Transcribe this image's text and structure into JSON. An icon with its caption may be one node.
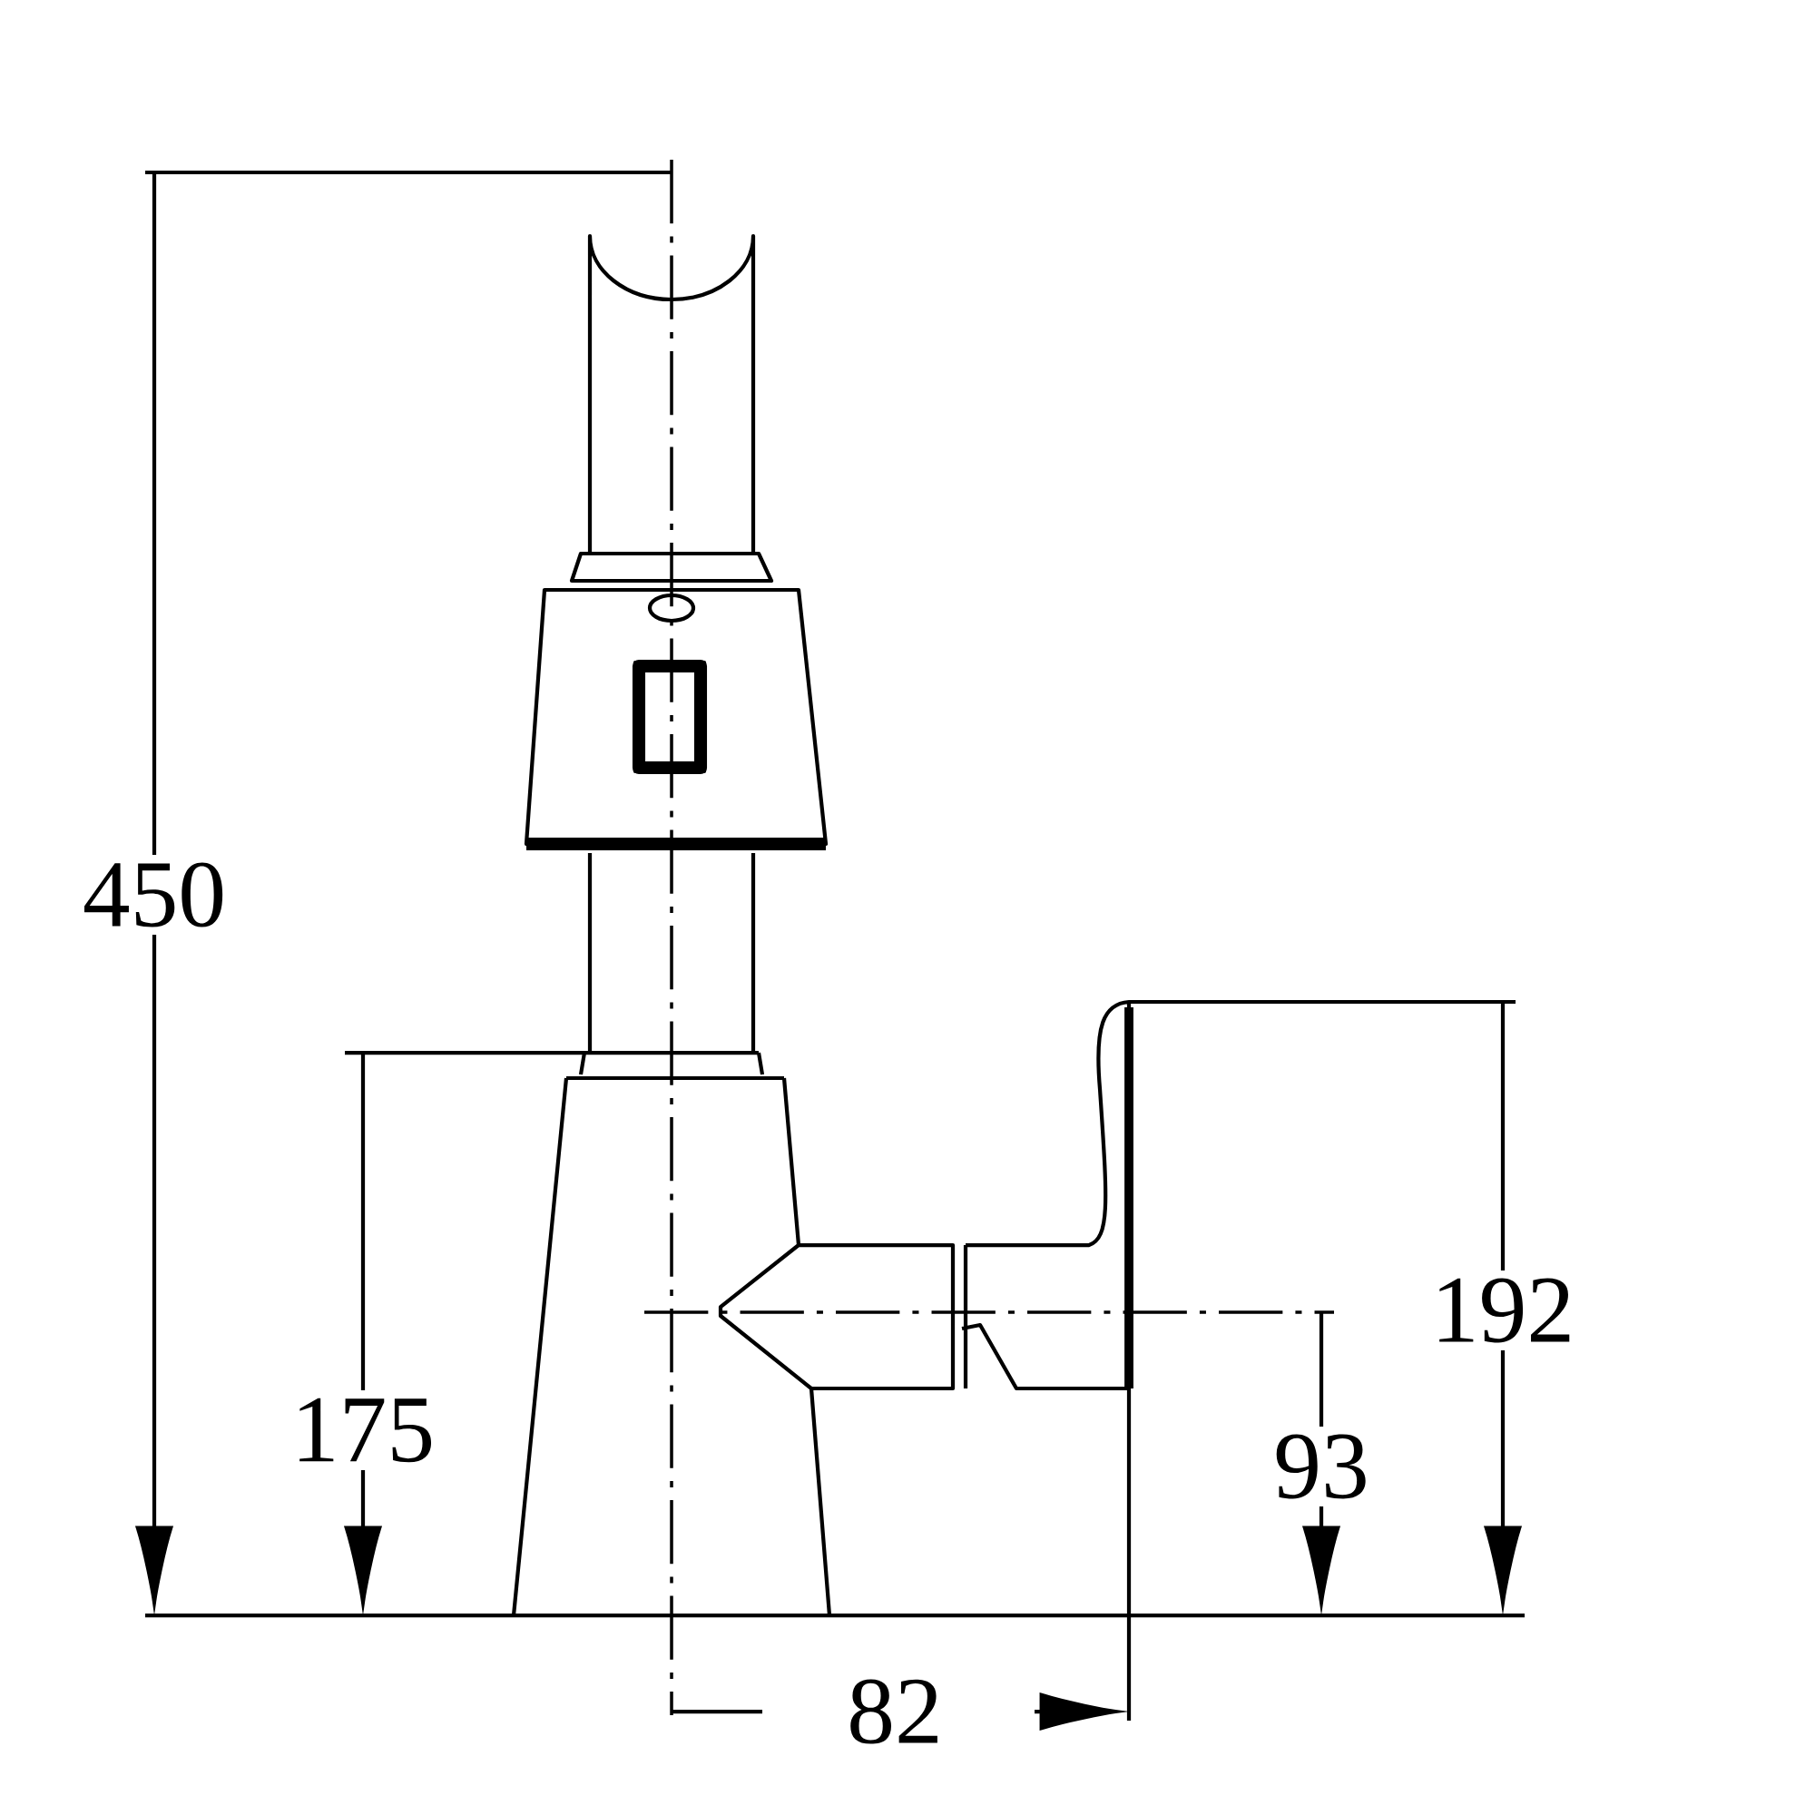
{
  "diagram": {
    "labels": [
      "450",
      "175",
      "192",
      "93",
      "82"
    ]
  }
}
